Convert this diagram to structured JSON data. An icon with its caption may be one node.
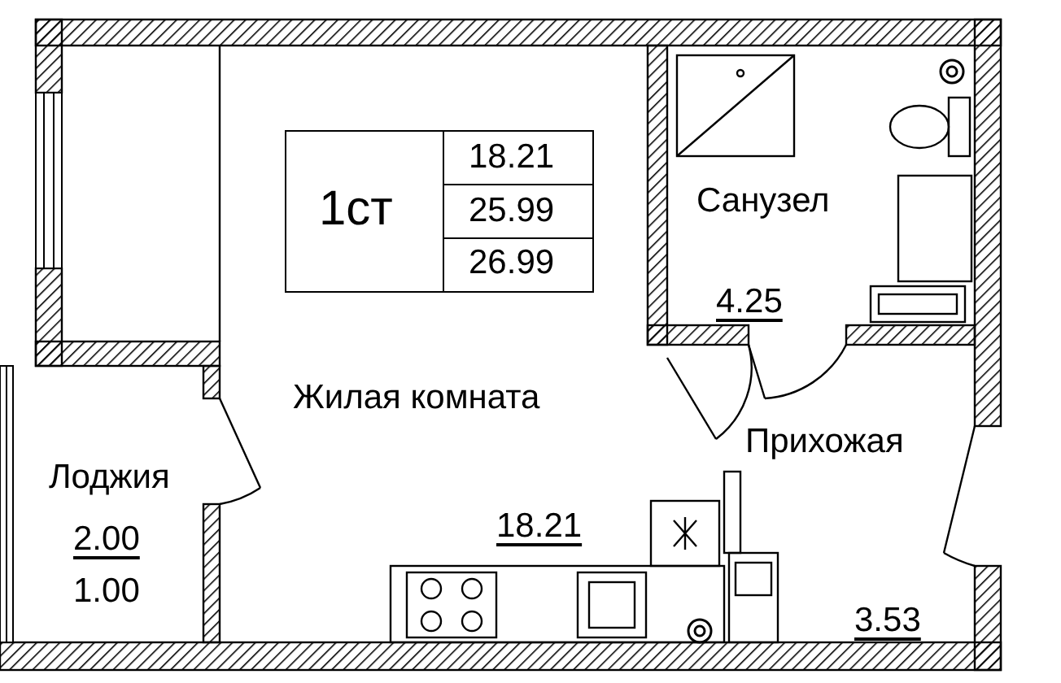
{
  "diagram": {
    "nodes": [
      {
        "text": [
          "Жилая комната",
          "18.21"
        ]
      },
      {
        "text": [
          "1ст",
          "18.21",
          "25.99",
          "26.99"
        ],
        "in": 0
      },
      {
        "text": [
          "Санузел",
          "4.25"
        ]
      },
      {
        "text": [
          "Прихожая",
          "3.53"
        ]
      },
      {
        "text": [
          "Лоджия",
          "2.00",
          "1.00"
        ]
      }
    ]
  }
}
